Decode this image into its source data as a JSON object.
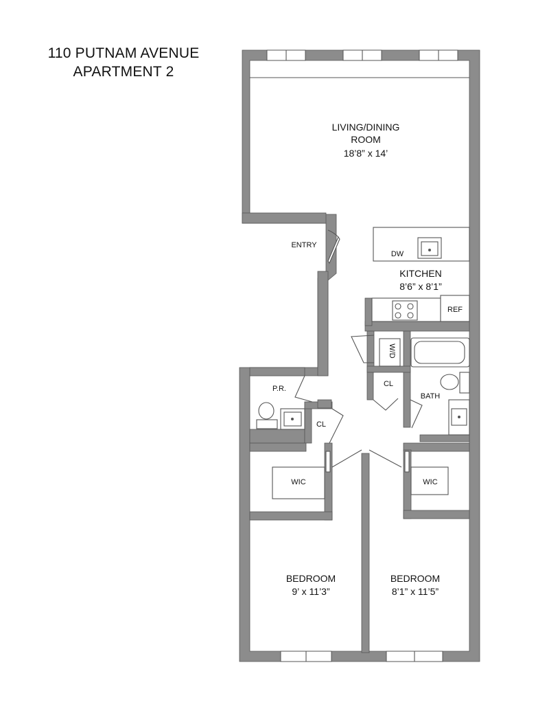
{
  "title": {
    "line1": "110 PUTNAM AVENUE",
    "line2": "APARTMENT 2"
  },
  "rooms": {
    "living": {
      "name_line1": "LIVING/DINING",
      "name_line2": "ROOM",
      "dims": "18’8” x 14’"
    },
    "entry": {
      "name": "ENTRY"
    },
    "kitchen": {
      "name": "KITCHEN",
      "dims": "8’6” x 8’1”",
      "dw": "DW",
      "ref": "REF"
    },
    "wd": {
      "name": "W/D"
    },
    "closet_center": {
      "name": "CL"
    },
    "bath": {
      "name": "BATH"
    },
    "powder": {
      "name": "P.R."
    },
    "closet_left": {
      "name": "CL"
    },
    "wic_left": {
      "name": "WIC"
    },
    "wic_right": {
      "name": "WIC"
    },
    "bedroom_left": {
      "name": "BEDROOM",
      "dims": "9’ x 11’3”"
    },
    "bedroom_right": {
      "name": "BEDROOM",
      "dims": "8’1” x 11’5”"
    }
  }
}
